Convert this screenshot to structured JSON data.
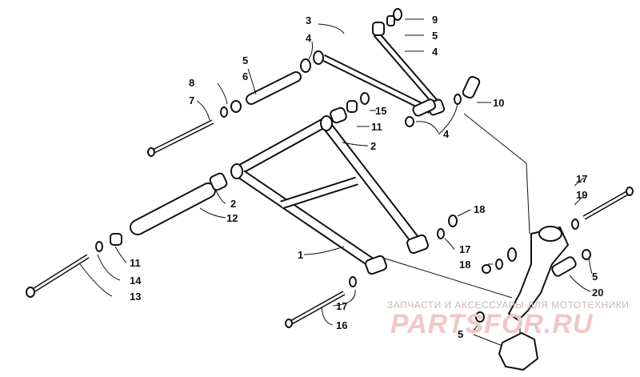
{
  "callouts": {
    "c1": "1",
    "c2a": "2",
    "c2b": "2",
    "c3": "3",
    "c4a": "4",
    "c4b": "4",
    "c4c": "4",
    "c5a": "5",
    "c5b": "5",
    "c5c": "5",
    "c5d": "5",
    "c6": "6",
    "c7": "7",
    "c8": "8",
    "c9": "9",
    "c10": "10",
    "c11a": "11",
    "c11b": "11",
    "c12": "12",
    "c13": "13",
    "c14": "14",
    "c15": "15",
    "c16": "16",
    "c17a": "17",
    "c17b": "17",
    "c17c": "17",
    "c18a": "18",
    "c18b": "18",
    "c19": "19",
    "c20": "20"
  },
  "watermark": {
    "caption": "ЗАПЧАСТИ И АКСЕССУАРЫ ДЛЯ МОТОТЕХНИКИ",
    "logo": "PARTSFOR.RU"
  }
}
